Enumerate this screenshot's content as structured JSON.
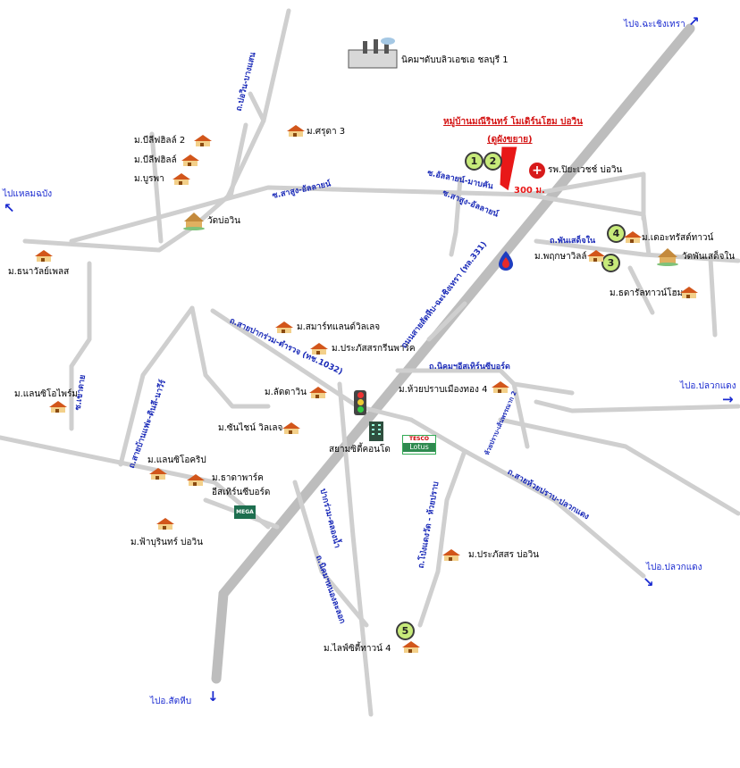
{
  "map": {
    "project_title": "หมู่บ้านมณีรินทร์ โมเดิร์นโฮม บ่อวิน",
    "project_subtitle": "(ดูผังขยาย)",
    "distance": "300 ม.",
    "places": {
      "factory": "นิคมฯดับบลิวเอชเอ ชลบุรี 1",
      "hospital": "รพ.ปิยะเวชช์ บ่อวิน",
      "wat_bowin": "วัดบ่อวิน",
      "wat_phanseng": "วัดพันเสด็จใน",
      "stadium": "สยามซิตี้คอนโด",
      "tesco": "Lotus",
      "tesco_brand": "TESCO",
      "mega": "MEGA"
    },
    "villages": {
      "b1": "ม.บีลีฟฮิลล์ 2",
      "b2": "ม.บีลีฟฮิลล์",
      "b3": "ม.บูรพา",
      "srita": "ม.ศรุดา 3",
      "thanawan": "ม.ธนาวัลย์เพลส",
      "smart": "ม.สมาร์ทแลนด์วิลเลจ",
      "prapatsorn": "ม.ประภัสสรกรีนพาร์ค",
      "ladda": "ม.ลัดดาวิน",
      "sunshine": "ม.ซันไชน์ วิลเลจ",
      "landsiam": "ม.แลนซิโอไพร์ม",
      "landsiam2": "ม.แลนซิโอคริป",
      "dhada": "ม.ธาดาพาร์ค",
      "eastern": "อีสเทิร์นซีบอร์ด",
      "faburin": "ม.ฟ้าบุรินทร์ บ่อวิน",
      "huaypraban": "ม.ห้วยปราบเมืองทอง 4",
      "prapatsorn2": "ม.ประภัสสร บ่อวิน",
      "lifecity": "ม.ไลฟ์ซิตี้ทาวน์ 4",
      "theatres": "ม.เดอะทรัสต์ทาวน์",
      "pruksa": "ม.พฤกษาวิลล์",
      "dhara": "ม.ธดารัลทาวน์โฮม"
    },
    "directions": {
      "chachoengsao": "ไปจ.ฉะเชิงเทรา",
      "laemchabang": "ไปแหลมฉบัง",
      "pluakdaeng1": "ไปอ.ปลวกแดง",
      "pluakdaeng2": "ไปอ.ปลวกแดง",
      "sattahip": "ไปอ.สัตหีบ"
    },
    "roads": {
      "r1": "ถ.บ่อวิน-บางแสน",
      "r2": "ซ.สาสูง-อัลลายน์",
      "r3": "ซ.อัลลายน์-มาบคัน",
      "r4": "ซ.สาสูง-อัลลายน์",
      "r5": "ถ.พันเสด็จใน",
      "r6": "ถ.สายปากร่วม-ตำรวจ (ทช.1032)",
      "r7": "ถนนสายสัตหีบ-ฉะเชิงเทรา (ทล.331)",
      "r8": "ถ.นิคมฯอีสเทิร์นซีบอร์ด",
      "r9": "ซ.เขาดาย",
      "r10": "ถ.สายบ้านแฟะ-ดินลี-นาวีร์",
      "r11": "ปากร่วม-คลองน้ำ",
      "r12": "ถ.นิคมฯหนองละลอก",
      "r13": "ถ.โป่งแดงวัด - ห้วยปราบ",
      "r14": "ถ.สายห้วยปราบ-ปลวกแดง",
      "r15": "ห้วยปราบ-เส้นพรรณาก 2"
    },
    "markers": [
      "1",
      "2",
      "3",
      "4",
      "5"
    ]
  }
}
